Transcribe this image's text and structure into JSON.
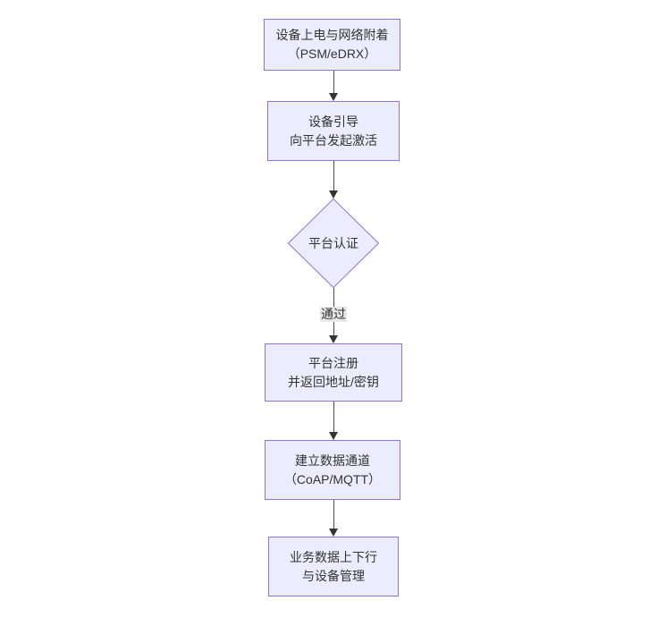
{
  "diagram": {
    "type": "flowchart",
    "direction": "top-down",
    "colors": {
      "node-fill": "#ECECFF",
      "node-border": "#9370DB",
      "edge-color": "#4a4a4a",
      "arrow-color": "#333333",
      "text-color": "#333333",
      "edge-label-bg": "#e8e8e8",
      "canvas-bg": "#ffffff"
    },
    "nodes": [
      {
        "id": "power-attach",
        "type": "rect",
        "line1": "设备上电与网络附着",
        "line2": "（PSM/eDRX）"
      },
      {
        "id": "bootstrap",
        "type": "rect",
        "line1": "设备引导",
        "line2": "向平台发起激活"
      },
      {
        "id": "auth",
        "type": "diamond",
        "line1": "平台认证",
        "line2": ""
      },
      {
        "id": "register",
        "type": "rect",
        "line1": "平台注册",
        "line2": "并返回地址/密钥"
      },
      {
        "id": "channel",
        "type": "rect",
        "line1": "建立数据通道",
        "line2": "（CoAP/MQTT）"
      },
      {
        "id": "business",
        "type": "rect",
        "line1": "业务数据上下行",
        "line2": "与设备管理"
      }
    ],
    "edges": [
      {
        "from": "power-attach",
        "to": "bootstrap",
        "label": ""
      },
      {
        "from": "bootstrap",
        "to": "auth",
        "label": ""
      },
      {
        "from": "auth",
        "to": "register",
        "label": "通过"
      },
      {
        "from": "register",
        "to": "channel",
        "label": ""
      },
      {
        "from": "channel",
        "to": "business",
        "label": ""
      }
    ]
  }
}
